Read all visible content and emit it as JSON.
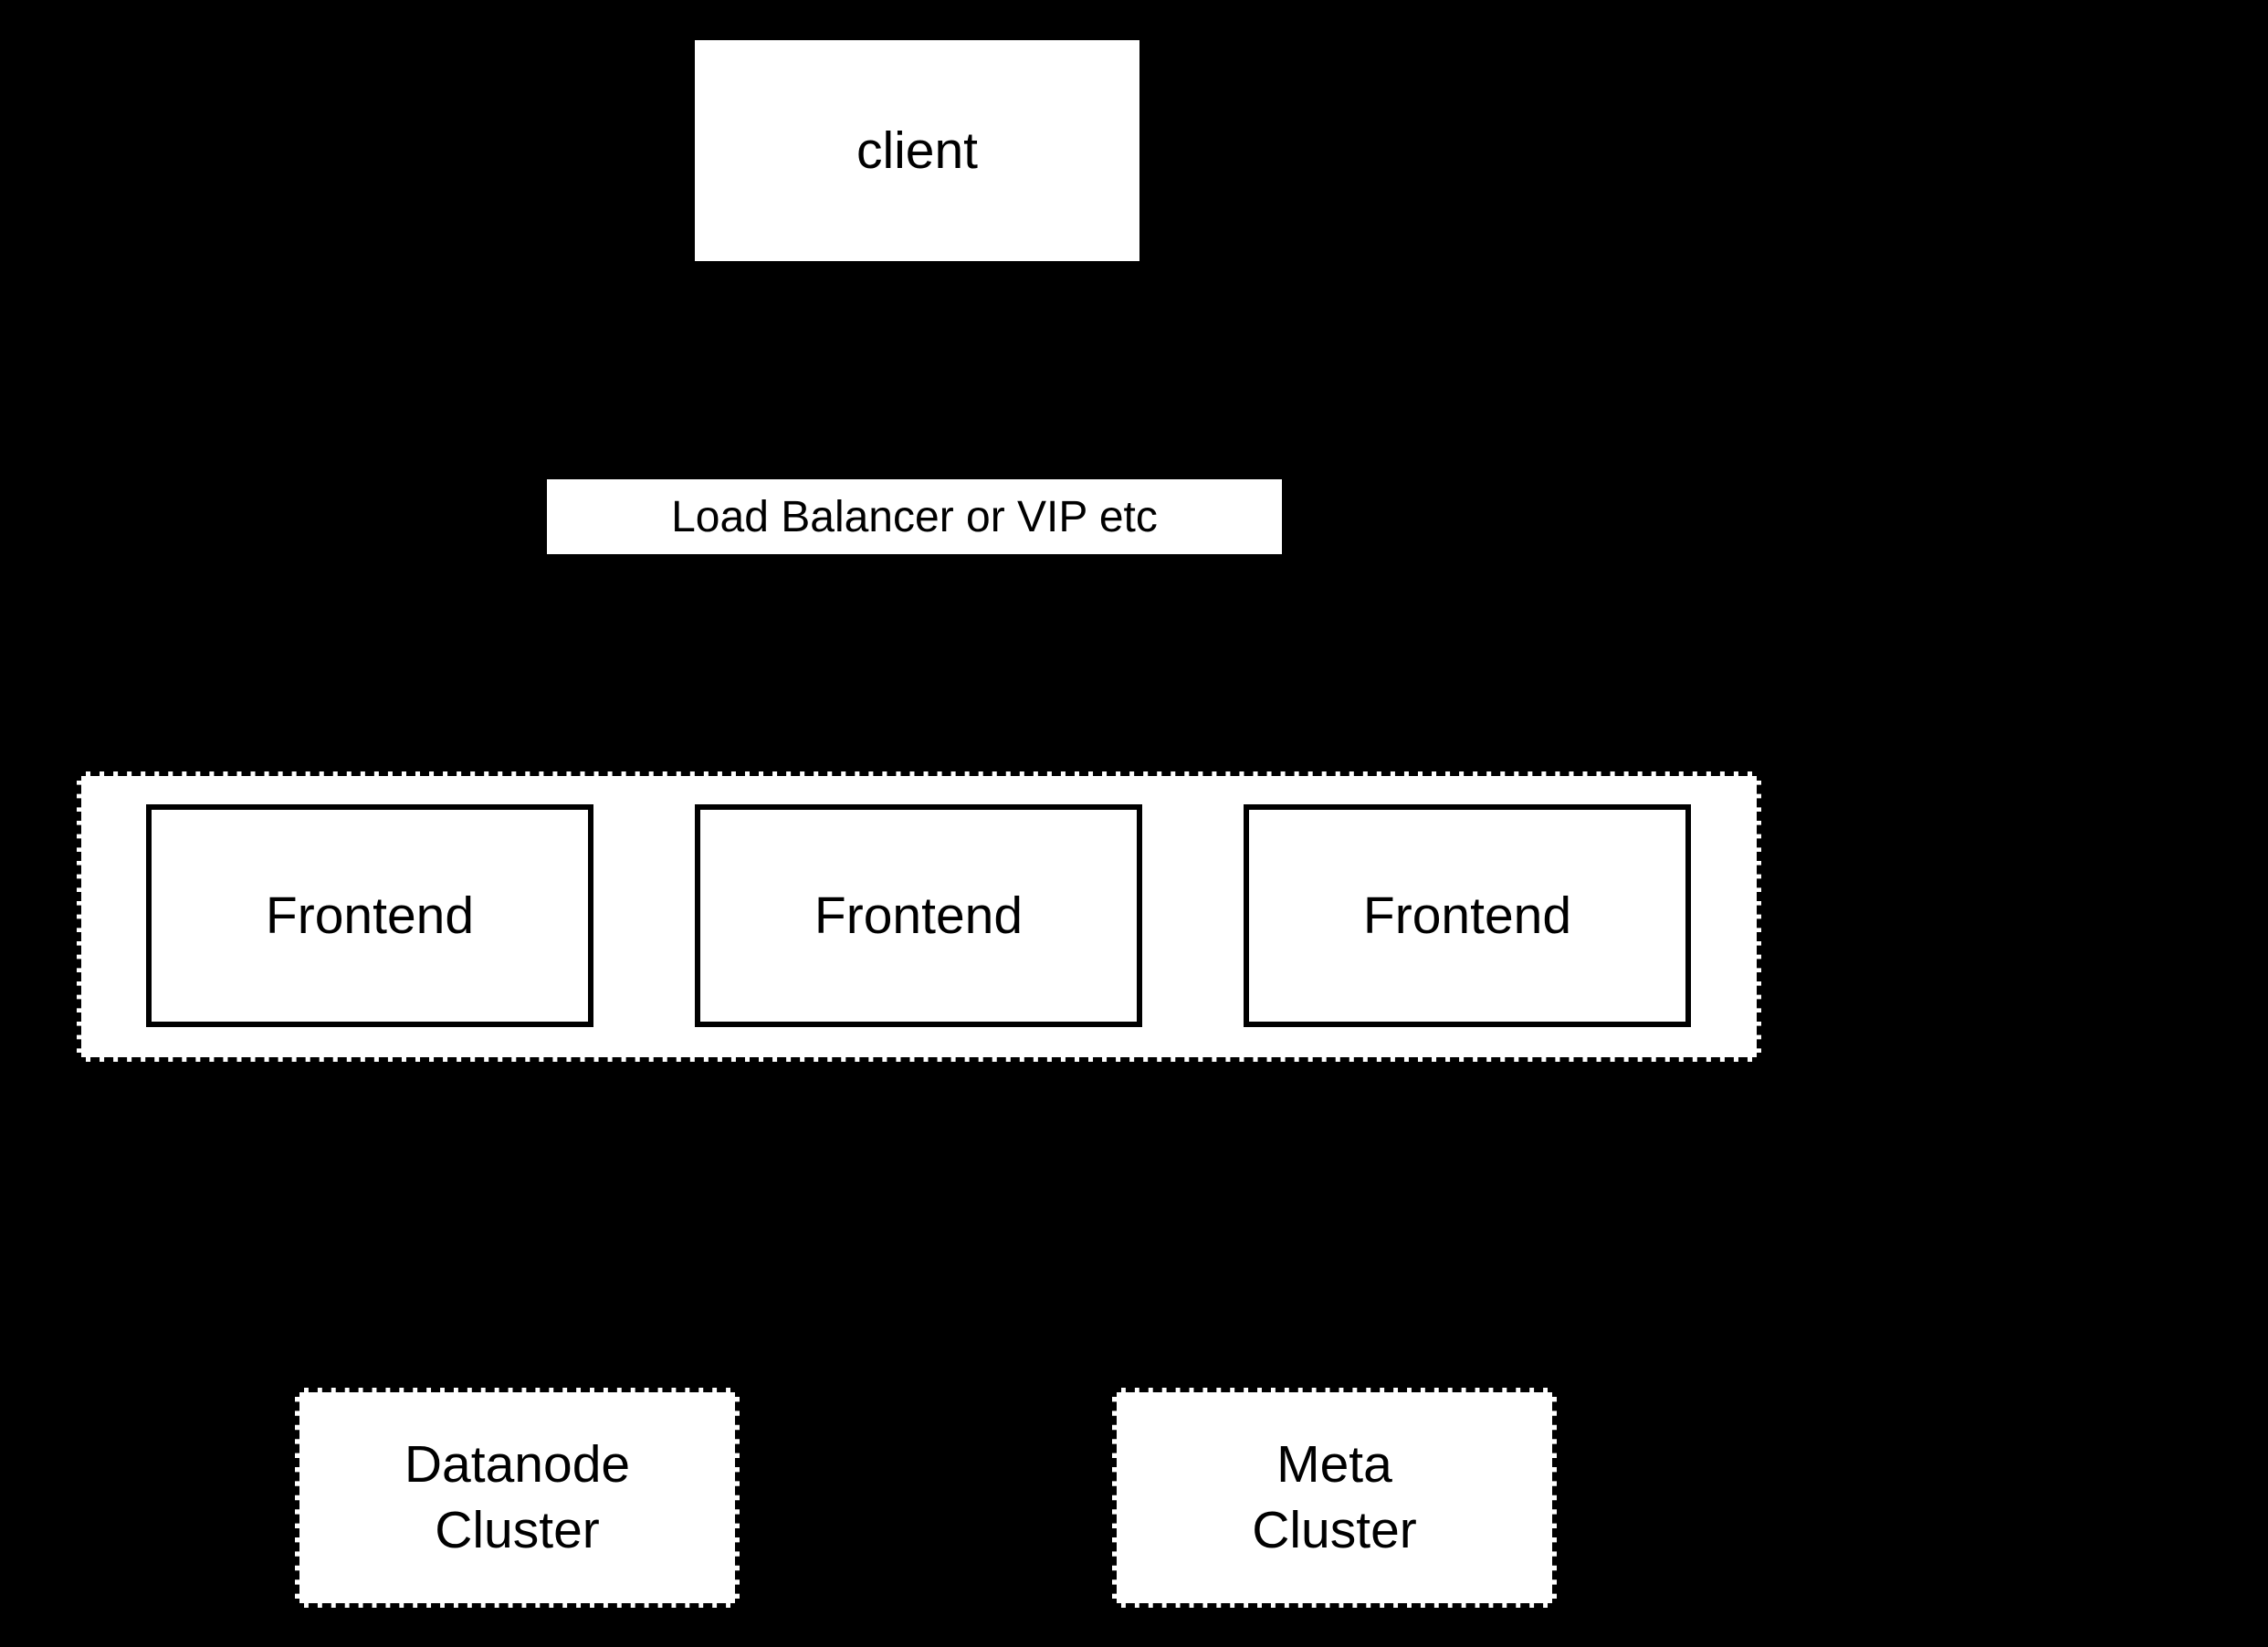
{
  "diagram": {
    "colors": {
      "background": "#000000",
      "node_fill": "#ffffff",
      "node_text": "#000000",
      "border": "#000000"
    },
    "client": {
      "label": "client"
    },
    "load_balancer": {
      "label": "Load Balancer or VIP etc"
    },
    "frontend_group": {
      "frontends": [
        {
          "label": "Frontend"
        },
        {
          "label": "Frontend"
        },
        {
          "label": "Frontend"
        }
      ]
    },
    "datanode_cluster": {
      "label": "Datanode\nCluster"
    },
    "meta_cluster": {
      "label": "Meta\nCluster"
    }
  }
}
